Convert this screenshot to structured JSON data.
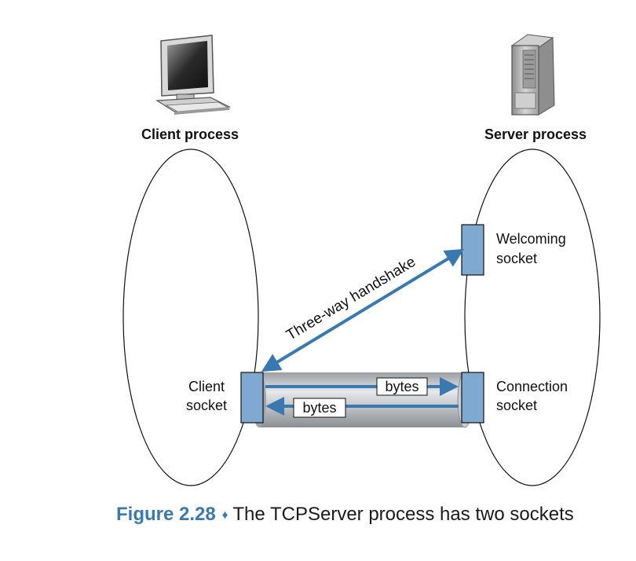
{
  "labels": {
    "client_process": "Client process",
    "server_process": "Server process",
    "welcoming_socket_line1": "Welcoming",
    "welcoming_socket_line2": "socket",
    "client_socket_line1": "Client",
    "client_socket_line2": "socket",
    "connection_socket_line1": "Connection",
    "connection_socket_line2": "socket",
    "handshake": "Three-way handshake",
    "bytes_top": "bytes",
    "bytes_bottom": "bytes"
  },
  "caption": {
    "figure_number": "Figure 2.28",
    "text": "The TCPServer process has two sockets"
  },
  "icons": {
    "client": "desktop-computer-icon",
    "server": "server-tower-icon"
  },
  "colors": {
    "accent": "#3a78b0",
    "socket_fill": "#7fa9d1",
    "pipe": "#b8bcc0"
  }
}
